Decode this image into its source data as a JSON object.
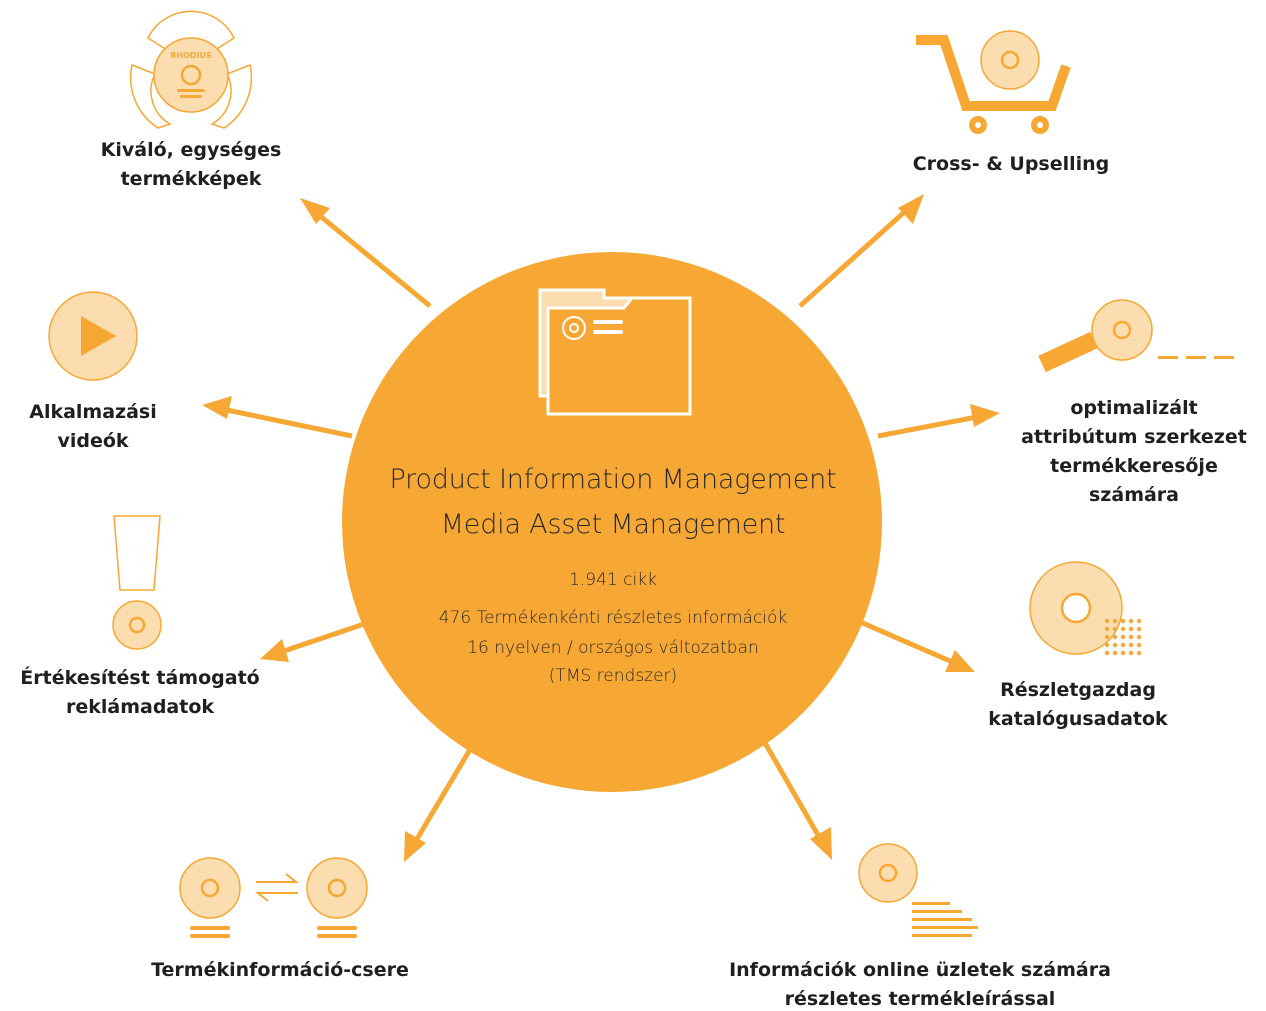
{
  "colors": {
    "accent": "#F7A733",
    "light_fill": "#FCDDB0",
    "text": "#1F1F1F"
  },
  "center": {
    "title_line1": "Product Information Management",
    "title_line2": "Media Asset Management",
    "count": "1.941 cikk",
    "detail_line1": "476 Termékenkénti részletes információk",
    "detail_line2": "16 nyelven / országos változatban",
    "detail_line3": "(TMS rendszer)",
    "icon": "folder-with-disc-icon"
  },
  "nodes": {
    "product_images": {
      "line1": "Kiváló, egységes",
      "line2": "termékképek",
      "brand": "RHODIUS",
      "icon": "disc-with-segments-icon"
    },
    "cross_upselling": {
      "line1": "Cross- & Upselling",
      "icon": "shopping-cart-icon"
    },
    "videos": {
      "line1": "Alkalmazási",
      "line2": "videók",
      "icon": "play-icon"
    },
    "attributes": {
      "line1": "optimalizált",
      "line2": "attribútum szerkezet",
      "line3": "termékkeresője",
      "line4": "számára",
      "icon": "magnifier-icon"
    },
    "promo": {
      "line1": "Értékesítést támogató",
      "line2": "reklámadatok",
      "icon": "exclamation-icon"
    },
    "catalog": {
      "line1": "Részletgazdag",
      "line2": "katalógusadatok",
      "icon": "disc-dots-icon"
    },
    "exchange": {
      "line1": "Termékinformáció-csere",
      "icon": "exchange-arrows-icon"
    },
    "online": {
      "line1": "Információk online üzletek számára",
      "line2": "részletes termékleírással",
      "icon": "disc-lines-icon"
    }
  }
}
